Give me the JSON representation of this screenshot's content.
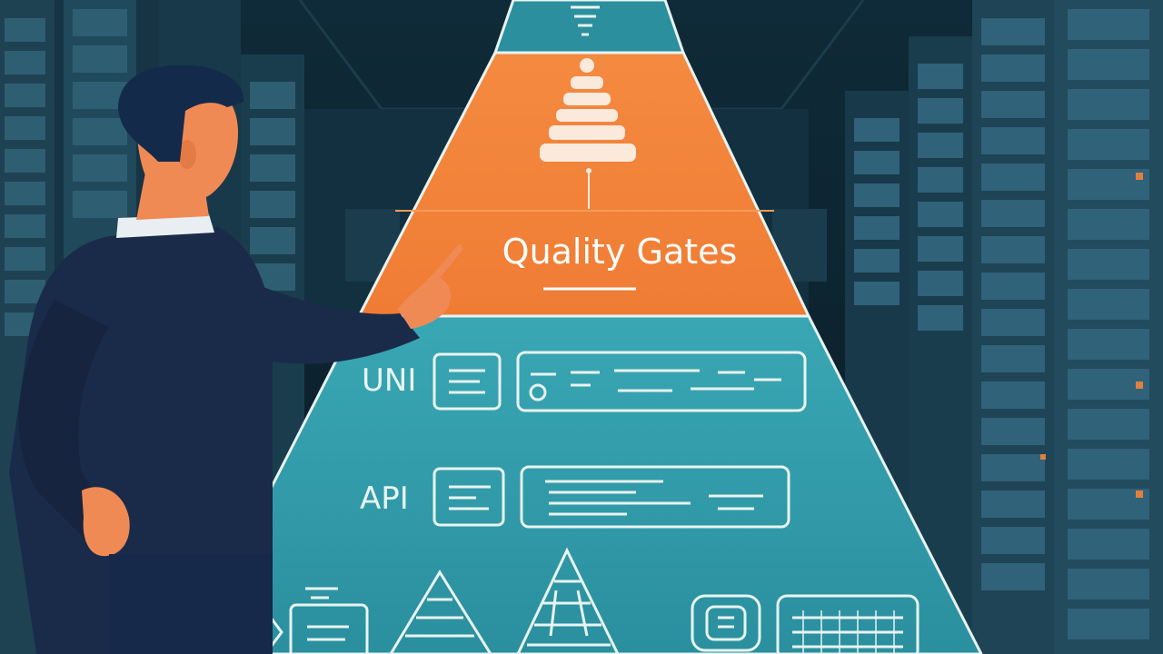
{
  "scene": {
    "description_free": true
  },
  "pyramid": {
    "top_label": "Quality Gates",
    "row1_label": "UNI",
    "row2_label": "API"
  },
  "colors": {
    "background_dark": "#0d2230",
    "server_rack": "#1d3e4f",
    "pyramid_teal": "#2b8fa0",
    "pyramid_orange": "#f0833a",
    "outline_white": "#e8f4f2",
    "man_sweater": "#1a2b4a",
    "skin": "#f08a55"
  },
  "icons": [
    "trophy-stack-icon",
    "document-icon",
    "progress-bar-icon",
    "mini-pyramid-icon",
    "gear-badge-icon",
    "grid-panel-icon"
  ]
}
